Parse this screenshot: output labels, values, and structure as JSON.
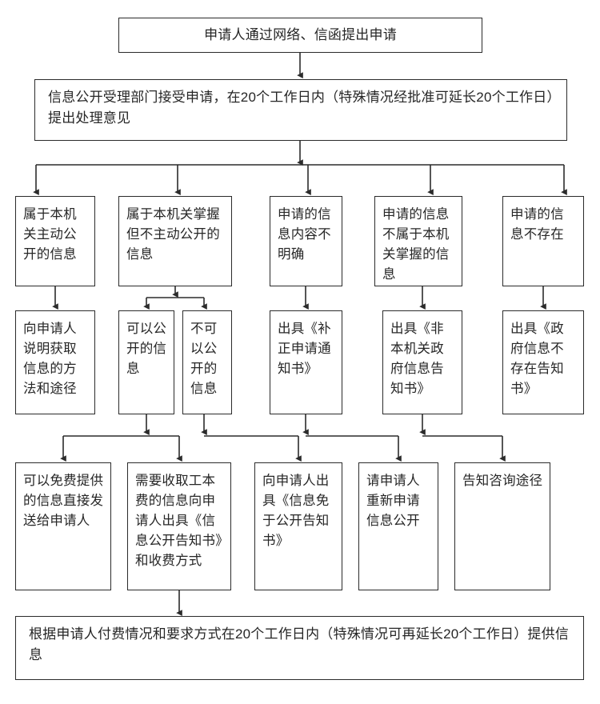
{
  "diagram": {
    "title_node": {
      "id": "apply",
      "text": "申请人通过网络、信函提出申请"
    },
    "accept_node": {
      "id": "accept",
      "text": "信息公开受理部门接受申请，在20个工作日内（特殊情况经批准可延长20个工作日）提出处理意见"
    },
    "category_row": [
      {
        "id": "cat-own-proactive",
        "text": "属于本机关主动公开的信息"
      },
      {
        "id": "cat-own-not-proactive",
        "text": "属于本机关掌握但不主动公开的信息"
      },
      {
        "id": "cat-unclear",
        "text": "申请的信息内容不明确"
      },
      {
        "id": "cat-not-own",
        "text": "申请的信息不属于本机关掌握的信息"
      },
      {
        "id": "cat-not-exist",
        "text": "申请的信息不存在"
      }
    ],
    "action_row": [
      {
        "id": "act-explain-channel",
        "text": "向申请人说明获取信息的方法和途径"
      },
      {
        "id": "act-can-disclose",
        "text": "可以公开的信息"
      },
      {
        "id": "act-cannot-disclose",
        "text": "不可以公开的信息"
      },
      {
        "id": "act-supplement-notice",
        "text": "出具《补正申请通知书》"
      },
      {
        "id": "act-non-agency-notice",
        "text": "出具《非本机关政府信息告知书》"
      },
      {
        "id": "act-not-exist-notice",
        "text": "出具《政府信息不存在告知书》"
      }
    ],
    "result_row": [
      {
        "id": "res-free-send",
        "text": "可以免费提供的信息直接发送给申请人"
      },
      {
        "id": "res-fee-notice",
        "text": "需要收取工本费的信息向申请人出具《信息公开告知书》和收费方式"
      },
      {
        "id": "res-exempt-notice",
        "text": "向申请人出具《信息免于公开告知书》"
      },
      {
        "id": "res-reapply",
        "text": "请申请人重新申请信息公开"
      },
      {
        "id": "res-inform-channel",
        "text": "告知咨询途径"
      }
    ],
    "footer_node": {
      "id": "deliver",
      "text": "根据申请人付费情况和要求方式在20个工作日内（特殊情况可再延长20个工作日）提供信息"
    },
    "style": {
      "line_color": "#2b2b2b",
      "text_color": "#262626",
      "background": "#ffffff"
    }
  }
}
